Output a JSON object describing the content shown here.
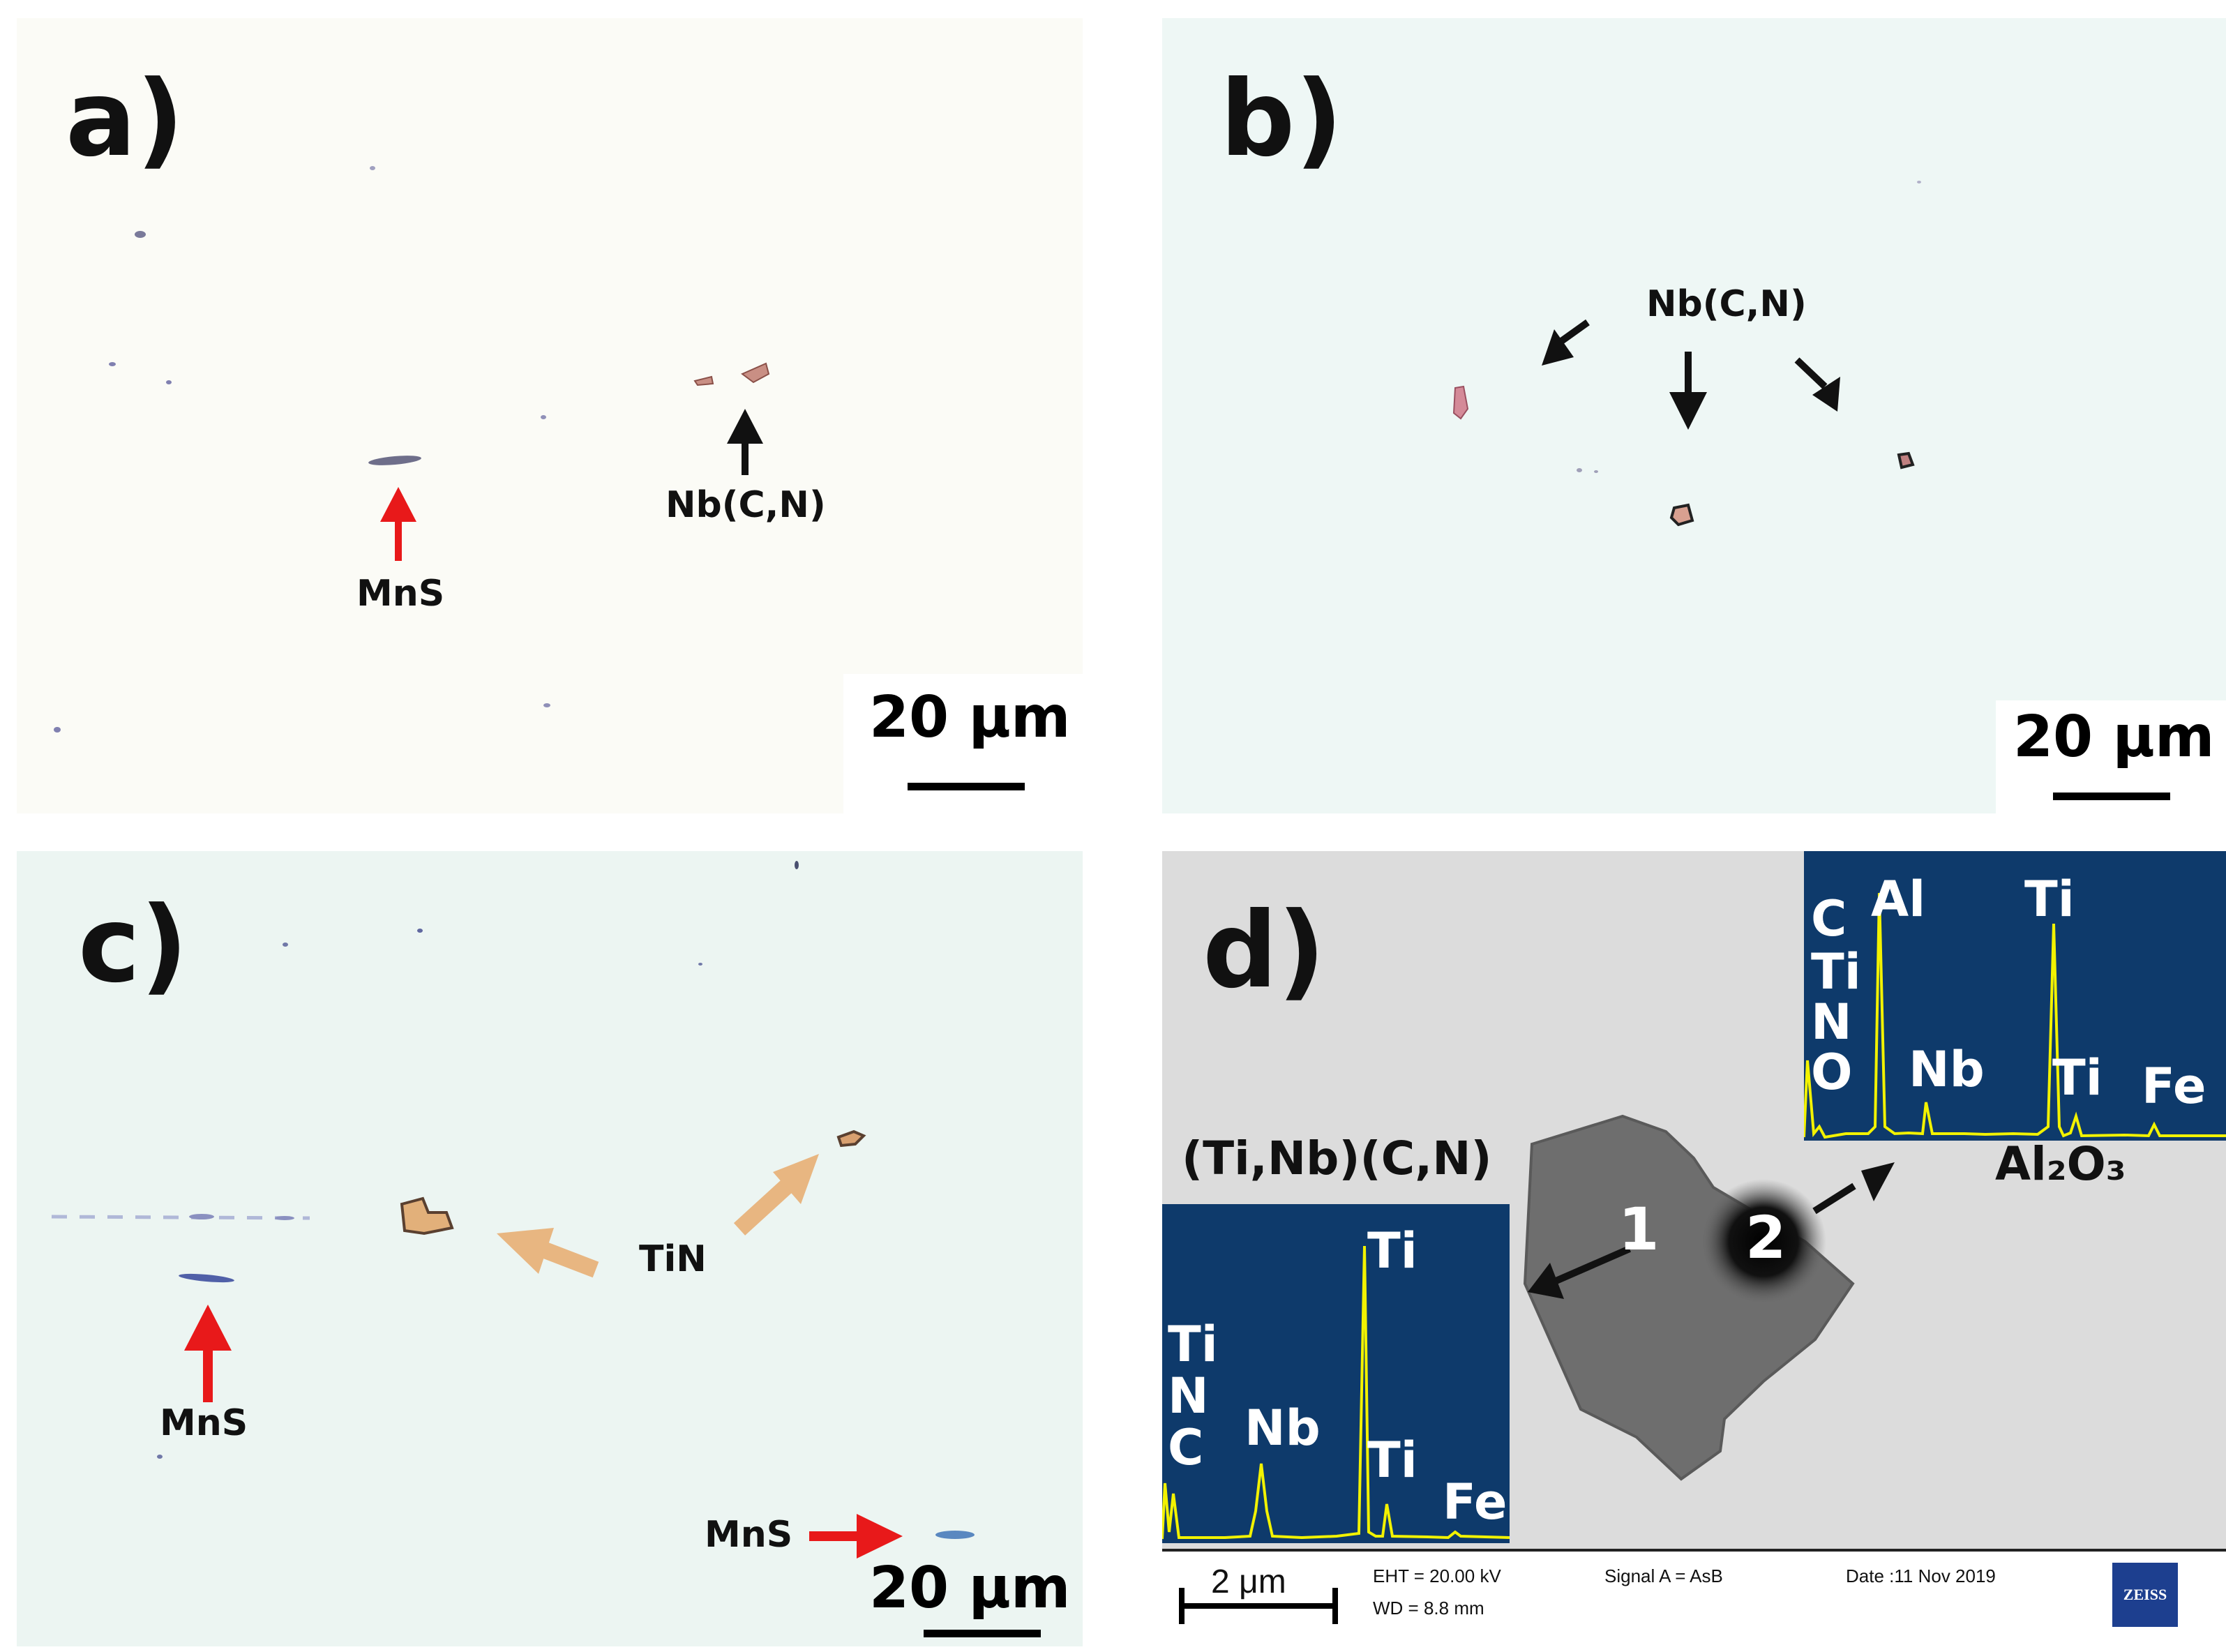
{
  "panels": {
    "a": {
      "label": "a)",
      "annotations": {
        "mns": "MnS",
        "nbcn": "Nb(C,N)"
      },
      "scale": "20 μm",
      "colors": {
        "background": "#fbfbf6",
        "mns_arrow": "#e8191a",
        "nbcn_arrow": "#111111"
      }
    },
    "b": {
      "label": "b)",
      "annotations": {
        "nbcn": "Nb(C,N)"
      },
      "scale": "20 μm",
      "colors": {
        "background": "#eef7f5",
        "arrow": "#111111"
      }
    },
    "c": {
      "label": "c)",
      "annotations": {
        "mns_left": "MnS",
        "tin": "TiN",
        "mns_right": "MnS"
      },
      "scale": "20 μm",
      "colors": {
        "background": "#ecf5f2",
        "mns_arrow": "#e8191a",
        "tin_arrow": "#e8b681"
      }
    },
    "d": {
      "label": "d)",
      "points": {
        "p1": "1",
        "p2": "2"
      },
      "eds_upper": {
        "caption": "Al₂O₃",
        "elements": {
          "c": "C",
          "ti1": "Ti",
          "n": "N",
          "o": "O",
          "al": "Al",
          "ti_peak": "Ti",
          "nb": "Nb",
          "ti2": "Ti",
          "fe": "Fe"
        }
      },
      "eds_lower": {
        "caption": "(Ti,Nb)(C,N)",
        "elements": {
          "ti1": "Ti",
          "n": "N",
          "c": "C",
          "nb": "Nb",
          "ti_peak": "Ti",
          "ti2": "Ti",
          "fe": "Fe"
        }
      },
      "footer": {
        "scale": "2 μm",
        "eht": "EHT = 20.00 kV",
        "wd": "WD =  8.8 mm",
        "signal": "Signal A = AsB",
        "date": "Date :11 Nov 2019",
        "logo": "ZEISS"
      },
      "colors": {
        "eds_background": "#0e3a6b",
        "spectrum": "#f2f200",
        "sem_background": "#dcdcdc"
      }
    }
  }
}
